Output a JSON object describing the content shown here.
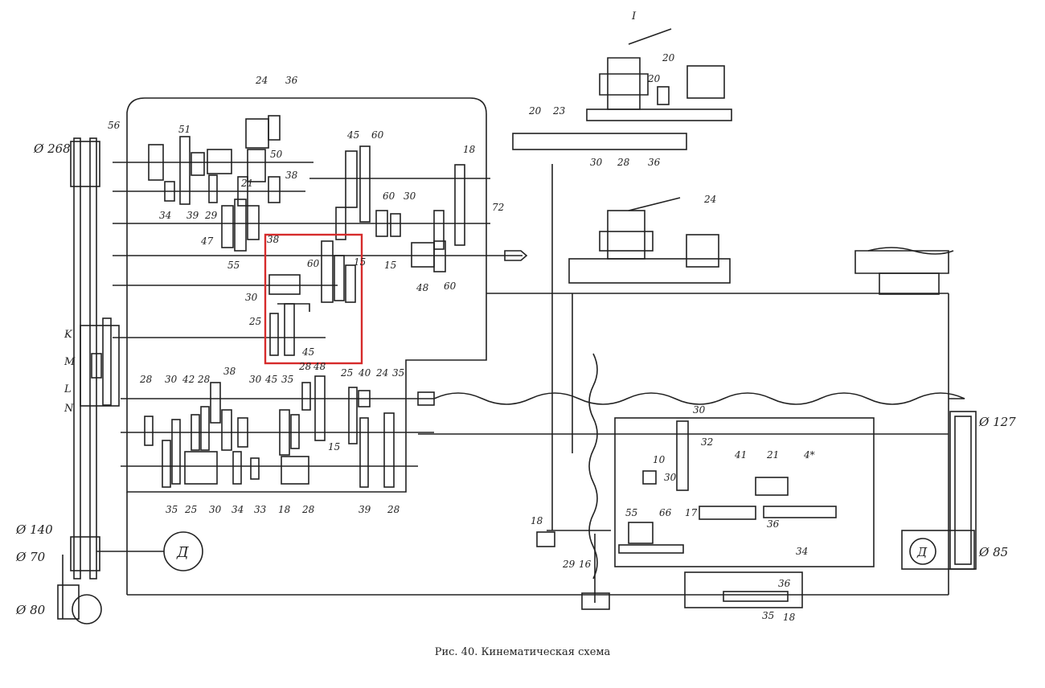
{
  "caption": "Рис. 40. Кинематическая схема",
  "highlight_color": "#d62b2b",
  "line_color": "#222222",
  "pulleys": {
    "d268": "Ø 268",
    "d140": "Ø 140",
    "d70": "Ø 70",
    "d80": "Ø 80",
    "d127": "Ø 127",
    "d85": "Ø 85"
  },
  "motor_label": "Д",
  "shaft_labels": {
    "k": "K",
    "m": "M",
    "l": "L",
    "n": "N"
  },
  "turret_label": "I",
  "gear_labels": [
    "56",
    "51",
    "24",
    "36",
    "50",
    "38",
    "21",
    "34",
    "39",
    "29",
    "47",
    "55",
    "45",
    "60",
    "18",
    "72",
    "60",
    "30",
    "15",
    "48",
    "60",
    "38",
    "60",
    "15",
    "30",
    "25",
    "45",
    "28",
    "30",
    "42",
    "28",
    "38",
    "30",
    "45",
    "35",
    "28",
    "48",
    "25",
    "40",
    "24",
    "35",
    "15",
    "35",
    "25",
    "30",
    "34",
    "33",
    "18",
    "28",
    "39",
    "28",
    "20",
    "20",
    "20",
    "23",
    "30",
    "28",
    "36",
    "24",
    "30",
    "32",
    "10",
    "30",
    "41",
    "21",
    "4*",
    "55",
    "66",
    "17",
    "36",
    "34",
    "36",
    "35",
    "18",
    "18",
    "29",
    "16"
  ]
}
